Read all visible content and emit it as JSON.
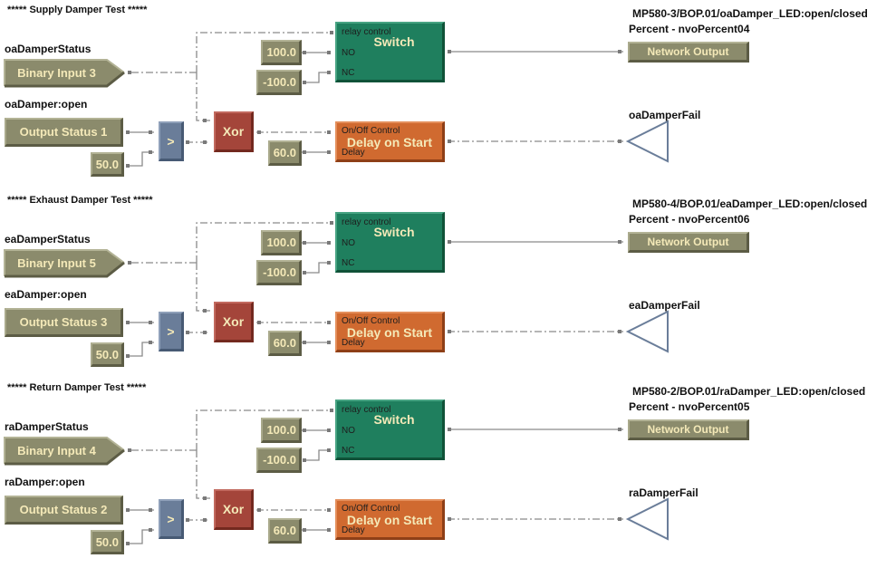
{
  "sections": [
    {
      "title": "***** Supply Damper Test *****",
      "status_label": "oaDamperStatus",
      "binary_input": "Binary Input 3",
      "open_label": "oaDamper:open",
      "output_status": "Output Status 1",
      "threshold": "50.0",
      "compare_op": ">",
      "xor_label": "Xor",
      "switch": {
        "label": "Switch",
        "pin_relay": "relay control",
        "pin_no": "NO",
        "pin_nc": "NC"
      },
      "no_value": "100.0",
      "nc_value": "-100.0",
      "delay": {
        "label": "Delay on Start",
        "pin_control": "On/Off Control",
        "pin_delay": "Delay"
      },
      "delay_value": "60.0",
      "network_path": "MP580-3/BOP.01/oaDamper_LED:open/closed",
      "network_var": "Percent - nvoPercent04",
      "network_output": "Network Output",
      "fail_label": "oaDamperFail"
    },
    {
      "title": "***** Exhaust Damper Test *****",
      "status_label": "eaDamperStatus",
      "binary_input": "Binary Input 5",
      "open_label": "eaDamper:open",
      "output_status": "Output Status 3",
      "threshold": "50.0",
      "compare_op": ">",
      "xor_label": "Xor",
      "switch": {
        "label": "Switch",
        "pin_relay": "relay control",
        "pin_no": "NO",
        "pin_nc": "NC"
      },
      "no_value": "100.0",
      "nc_value": "-100.0",
      "delay": {
        "label": "Delay on Start",
        "pin_control": "On/Off Control",
        "pin_delay": "Delay"
      },
      "delay_value": "60.0",
      "network_path": "MP580-4/BOP.01/eaDamper_LED:open/closed",
      "network_var": "Percent - nvoPercent06",
      "network_output": "Network Output",
      "fail_label": "eaDamperFail"
    },
    {
      "title": "***** Return Damper Test *****",
      "status_label": "raDamperStatus",
      "binary_input": "Binary Input 4",
      "open_label": "raDamper:open",
      "output_status": "Output Status 2",
      "threshold": "50.0",
      "compare_op": ">",
      "xor_label": "Xor",
      "switch": {
        "label": "Switch",
        "pin_relay": "relay control",
        "pin_no": "NO",
        "pin_nc": "NC"
      },
      "no_value": "100.0",
      "nc_value": "-100.0",
      "delay": {
        "label": "Delay on Start",
        "pin_control": "On/Off Control",
        "pin_delay": "Delay"
      },
      "delay_value": "60.0",
      "network_path": "MP580-2/BOP.01/raDamper_LED:open/closed",
      "network_var": "Percent - nvoPercent05",
      "network_output": "Network Output",
      "fail_label": "raDamperFail"
    }
  ],
  "colors": {
    "input_block": "#8b8b6c",
    "compare_block": "#6a7d99",
    "xor_block": "#a4453a",
    "switch_block": "#1f7f5e",
    "delay_block": "#d06a30",
    "block_text": "#f4e9b8",
    "wire": "#8a8a8a",
    "alarm_outline": "#6a7d99"
  }
}
